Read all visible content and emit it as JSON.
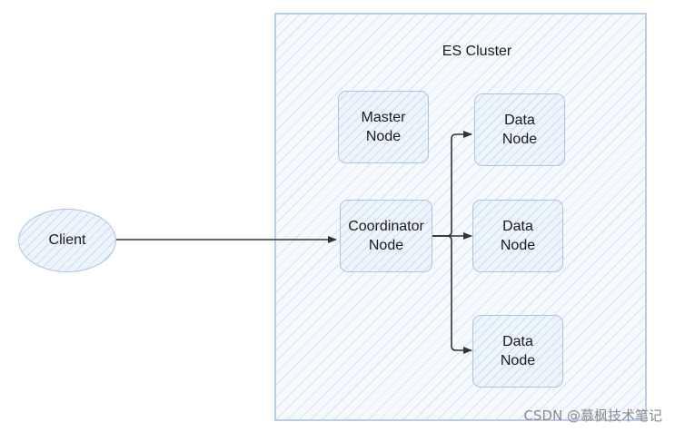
{
  "cluster": {
    "title": "ES Cluster"
  },
  "nodes": {
    "client": {
      "label": "Client"
    },
    "master": {
      "line1": "Master",
      "line2": "Node"
    },
    "coordinator": {
      "line1": "Coordinator",
      "line2": "Node"
    },
    "data1": {
      "line1": "Data",
      "line2": "Node"
    },
    "data2": {
      "line1": "Data",
      "line2": "Node"
    },
    "data3": {
      "line1": "Data",
      "line2": "Node"
    }
  },
  "edges": [
    {
      "from": "Client",
      "to": "Coordinator Node"
    },
    {
      "from": "Coordinator Node",
      "to": "Data Node 1"
    },
    {
      "from": "Coordinator Node",
      "to": "Data Node 2"
    },
    {
      "from": "Coordinator Node",
      "to": "Data Node 3"
    }
  ],
  "colors": {
    "border": "#aac4e4",
    "fill": "#eef4fb",
    "arrow": "#333333"
  },
  "watermark": "CSDN @慕枫技术笔记"
}
